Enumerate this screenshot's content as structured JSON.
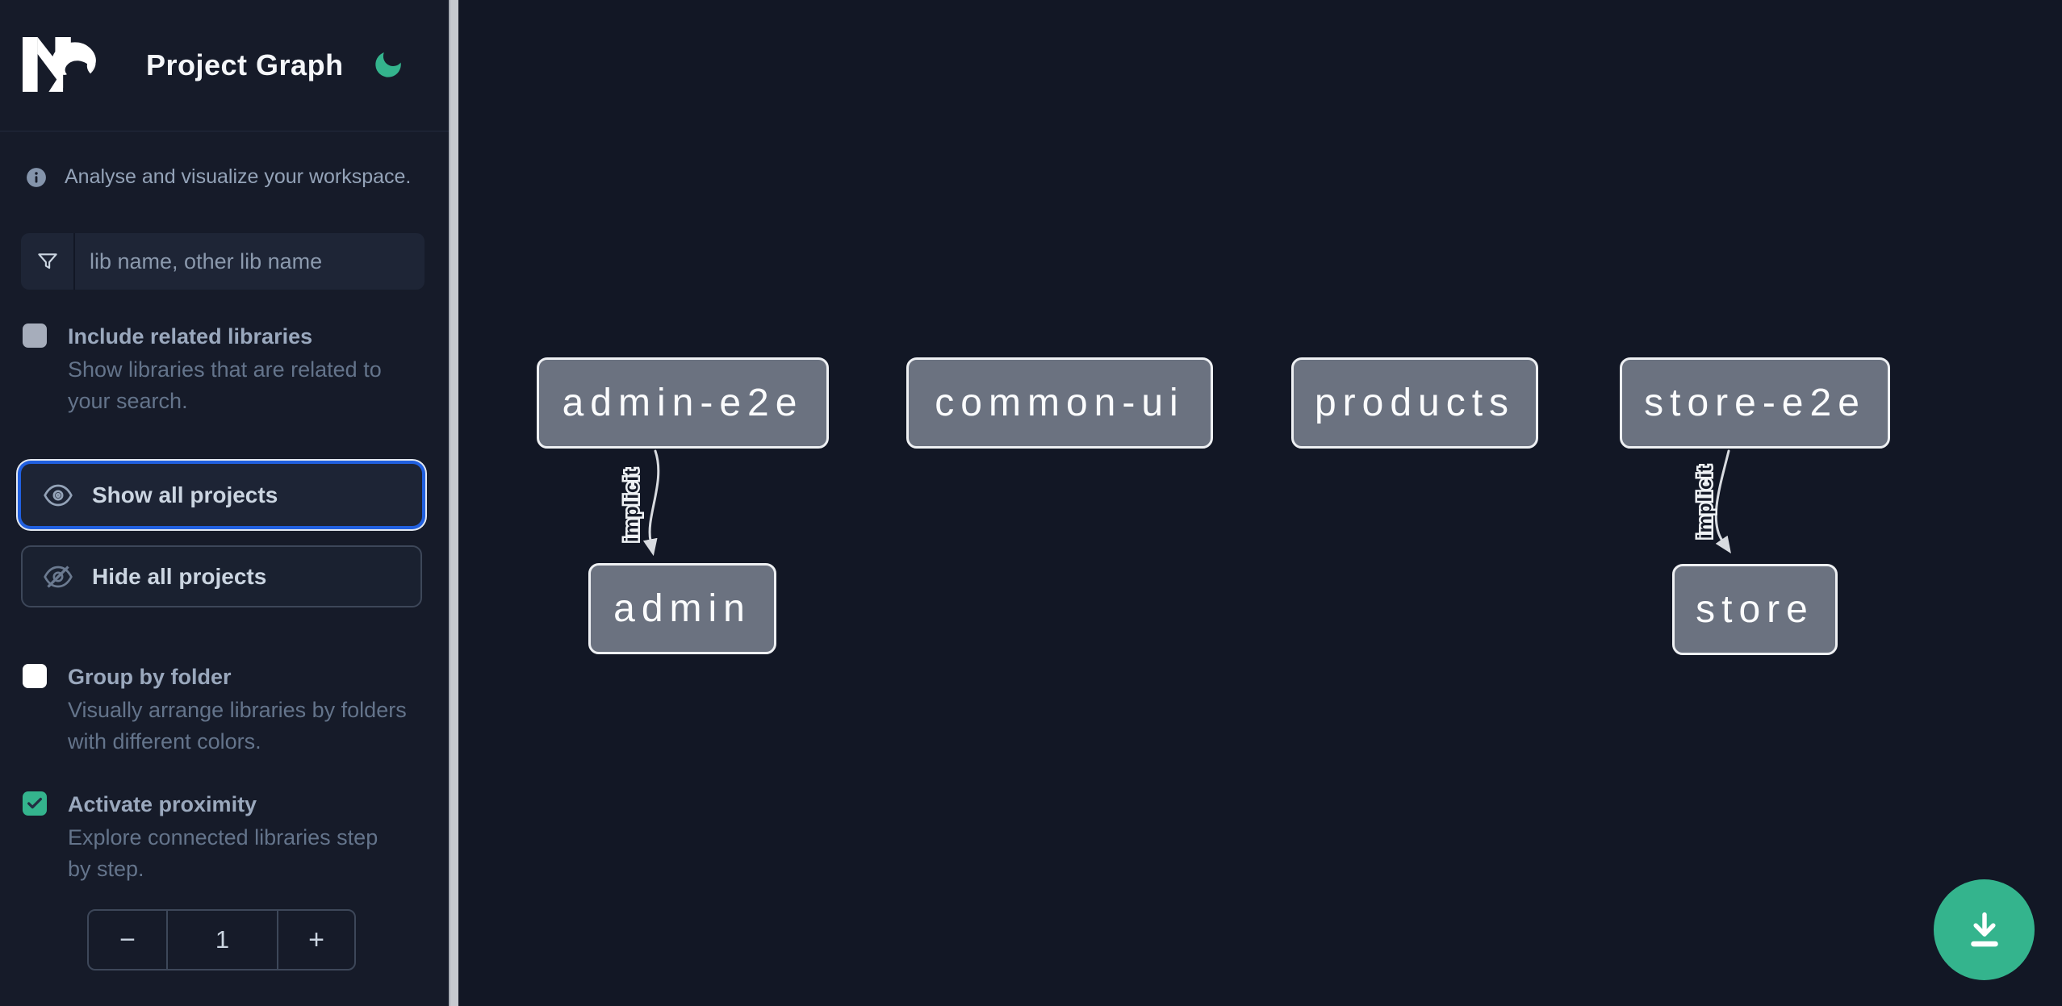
{
  "header": {
    "title": "Project Graph"
  },
  "sidebar": {
    "info_text": "Analyse and visualize your workspace.",
    "search": {
      "placeholder": "lib name, other lib name"
    },
    "options": [
      {
        "label": "Include related libraries",
        "description": "Show libraries that are related to your search.",
        "checked": false
      },
      {
        "label": "Group by folder",
        "description": "Visually arrange libraries by folders with different colors.",
        "checked": false
      },
      {
        "label": "Activate proximity",
        "description": "Explore connected libraries step by step.",
        "checked": true
      }
    ],
    "actions": {
      "show_all": "Show all projects",
      "hide_all": "Hide all projects"
    },
    "stepper": {
      "decrement": "−",
      "value": "1",
      "increment": "+"
    }
  },
  "graph": {
    "nodes": [
      {
        "label": "admin-e2e"
      },
      {
        "label": "common-ui"
      },
      {
        "label": "products"
      },
      {
        "label": "store-e2e"
      },
      {
        "label": "admin"
      },
      {
        "label": "store"
      }
    ],
    "edges": [
      {
        "from": "admin-e2e",
        "to": "admin",
        "label": "implicit"
      },
      {
        "from": "store-e2e",
        "to": "store",
        "label": "implicit"
      }
    ]
  },
  "colors": {
    "sidebar_bg": "#161b29",
    "canvas_bg": "#121725",
    "accent_blue": "#2160e0",
    "emerald": "#34b48d",
    "node_fill": "#6b7280",
    "node_border": "#eef0f3",
    "edge": "#d8dbe0",
    "divider": "#c6c9cf"
  }
}
